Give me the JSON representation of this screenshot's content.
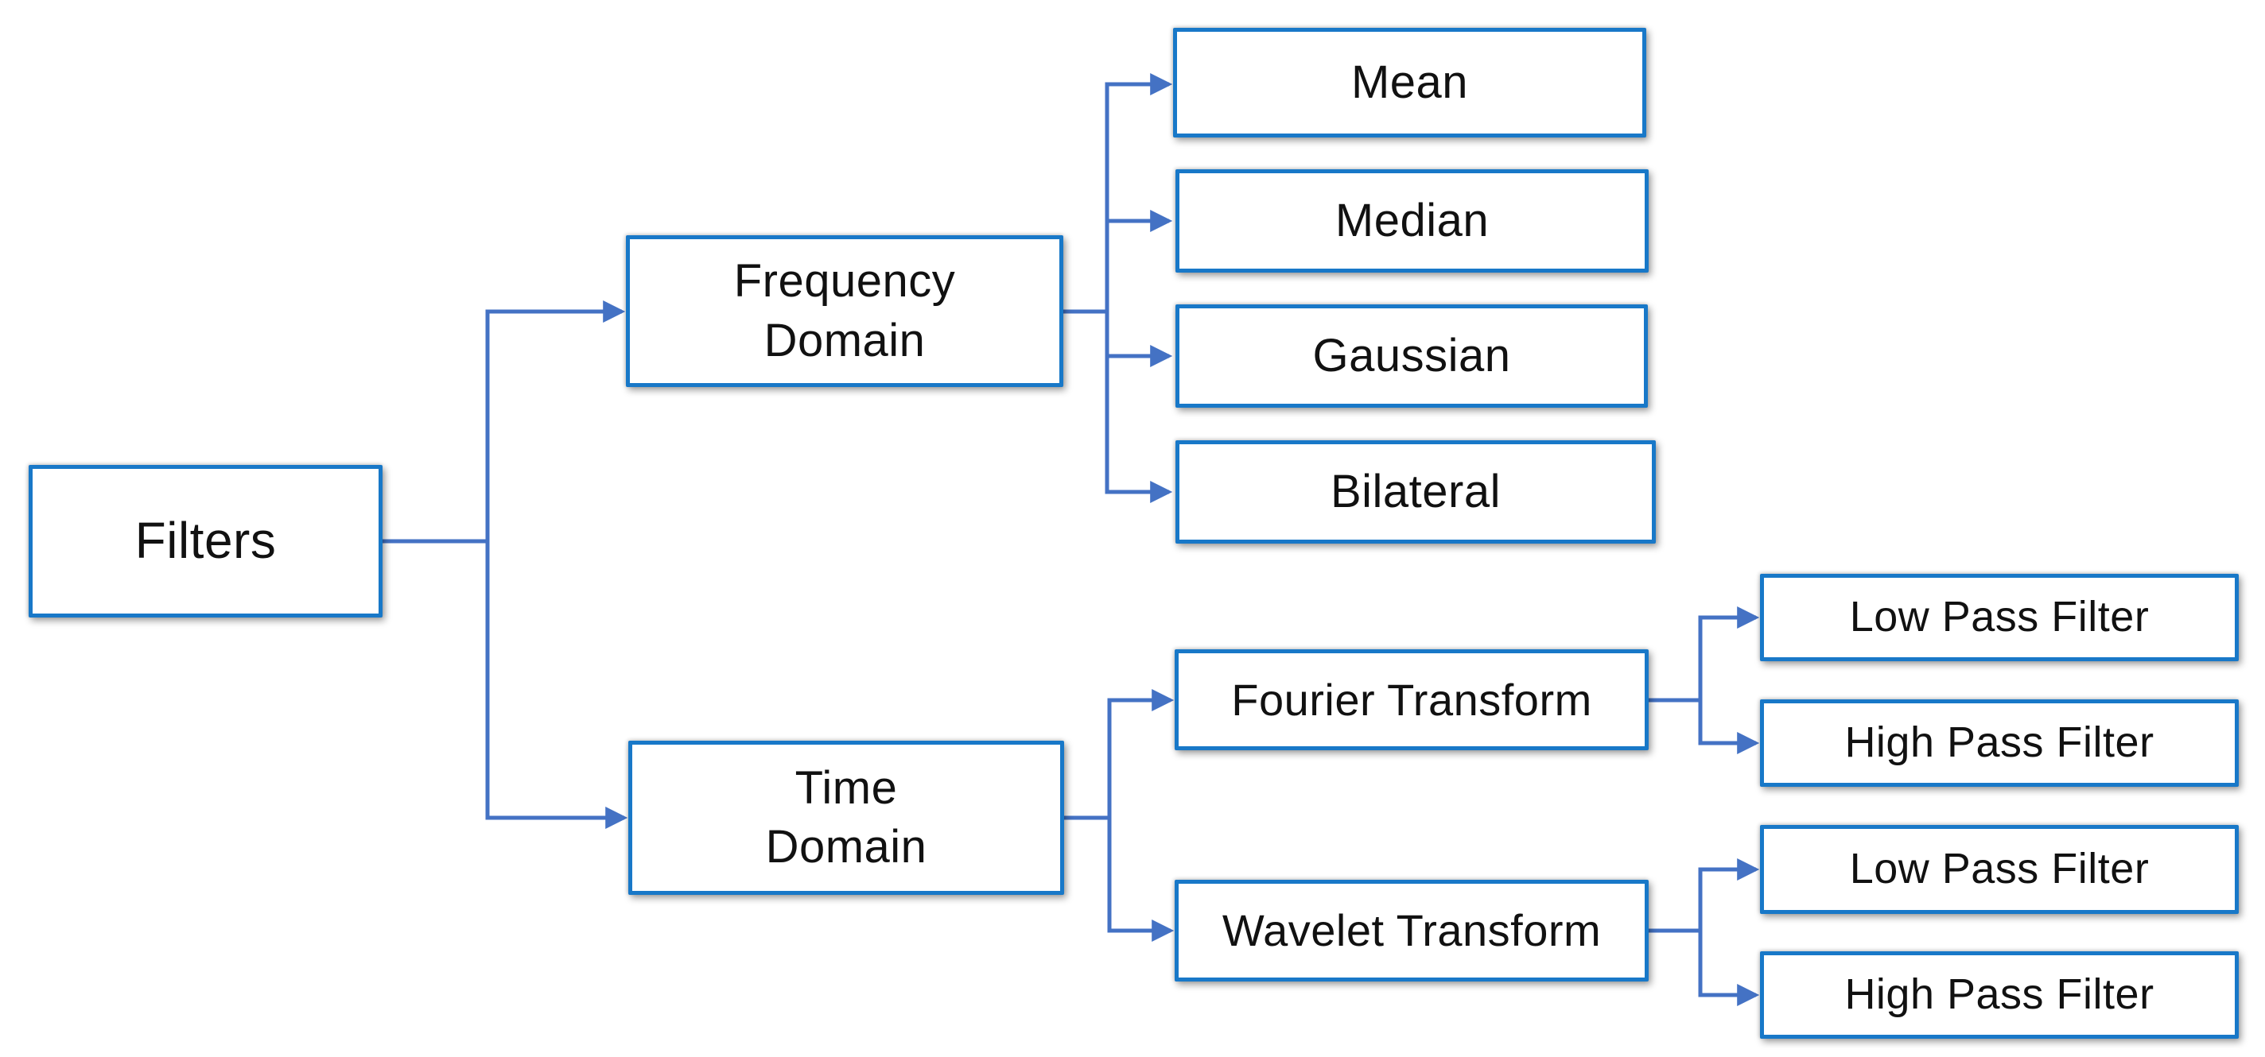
{
  "diagram": {
    "type": "tree",
    "orientation": "left-to-right",
    "colors": {
      "node_border": "#1878C8",
      "node_fill": "#ffffff",
      "connector": "#4472C4",
      "text": "#111111",
      "background": "#ffffff"
    },
    "nodes": {
      "filters": {
        "label": "Filters"
      },
      "frequency_domain": {
        "label": "Frequency\nDomain"
      },
      "time_domain": {
        "label": "Time\nDomain"
      },
      "mean": {
        "label": "Mean"
      },
      "median": {
        "label": "Median"
      },
      "gaussian": {
        "label": "Gaussian"
      },
      "bilateral": {
        "label": "Bilateral"
      },
      "fourier_transform": {
        "label": "Fourier Transform"
      },
      "wavelet_transform": {
        "label": "Wavelet Transform"
      },
      "fourier_low_pass": {
        "label": "Low Pass Filter"
      },
      "fourier_high_pass": {
        "label": "High Pass Filter"
      },
      "wavelet_low_pass": {
        "label": "Low Pass Filter"
      },
      "wavelet_high_pass": {
        "label": "High Pass Filter"
      }
    },
    "edges": [
      [
        "Filters",
        "Frequency Domain"
      ],
      [
        "Filters",
        "Time Domain"
      ],
      [
        "Frequency Domain",
        "Mean"
      ],
      [
        "Frequency Domain",
        "Median"
      ],
      [
        "Frequency Domain",
        "Gaussian"
      ],
      [
        "Frequency Domain",
        "Bilateral"
      ],
      [
        "Time Domain",
        "Fourier Transform"
      ],
      [
        "Time Domain",
        "Wavelet Transform"
      ],
      [
        "Fourier Transform",
        "Low Pass Filter"
      ],
      [
        "Fourier Transform",
        "High Pass Filter"
      ],
      [
        "Wavelet Transform",
        "Low Pass Filter"
      ],
      [
        "Wavelet Transform",
        "High Pass Filter"
      ]
    ]
  }
}
